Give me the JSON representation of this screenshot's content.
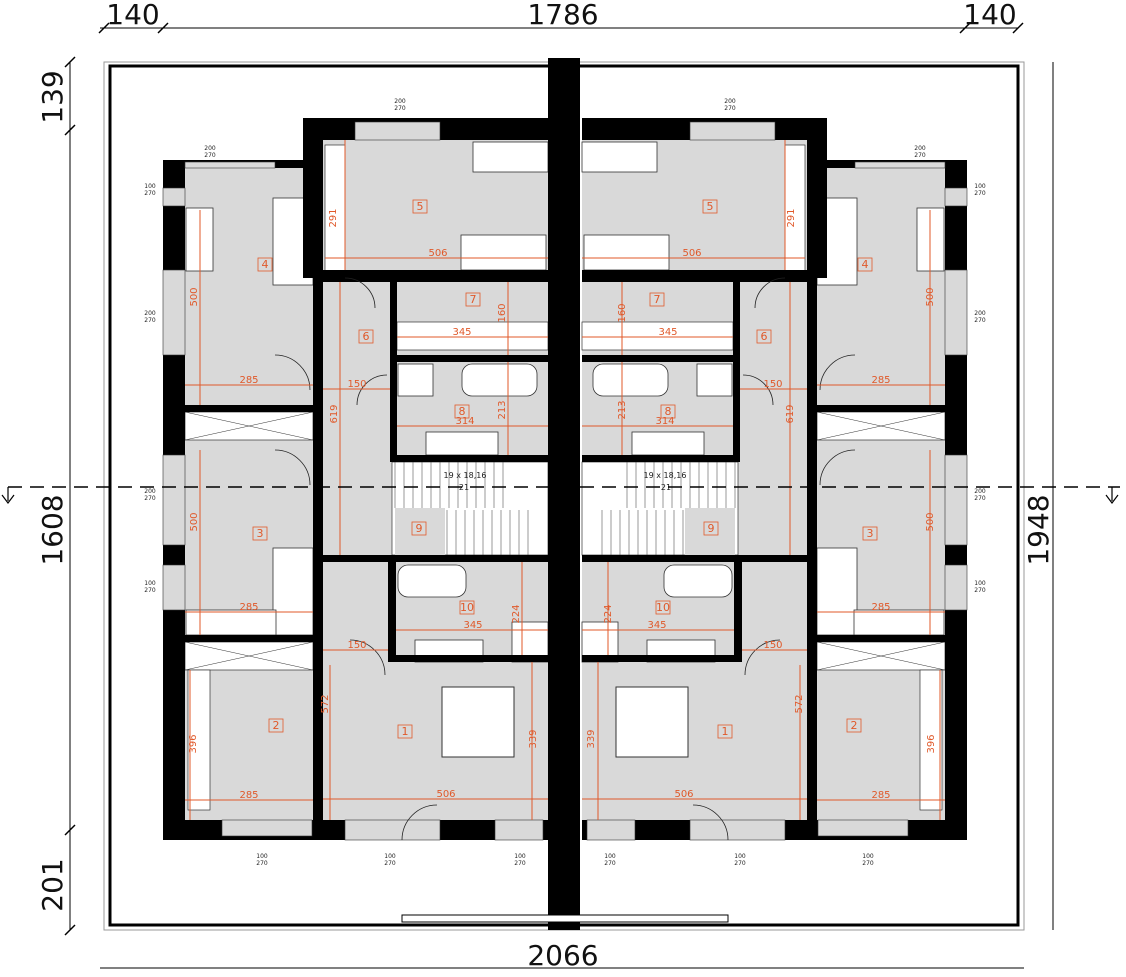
{
  "overall_dimensions": {
    "top": [
      "140",
      "1786",
      "140"
    ],
    "left": [
      "139",
      "1608",
      "201"
    ],
    "right": "1948",
    "bottom": "2066"
  },
  "unit": {
    "rooms": [
      "1",
      "2",
      "3",
      "4",
      "5",
      "6",
      "7",
      "8",
      "9",
      "10"
    ],
    "dimensions": {
      "room5_width": "506",
      "room5_wardrobe": "291",
      "room4_length": "500",
      "room4_width": "285",
      "room6_width": "150",
      "room6_length": "619",
      "room7_width": "345",
      "room7_length": "160",
      "room8_length": "213",
      "room8_width": "314",
      "room3_length": "500",
      "room3_width": "285",
      "room10_width": "345",
      "room10_length": "224",
      "corridor_width": "150",
      "room2_length": "396",
      "room2_width": "285",
      "room1_door_dim": "572",
      "room1_length": "339",
      "room1_width": "506"
    },
    "stairs": {
      "spec": "19 x 18,16",
      "count": "21"
    },
    "windows": {
      "w200": "200",
      "w100": "100",
      "h270": "270"
    }
  },
  "colors": {
    "wall": "#000000",
    "floor": "#d9d9d9",
    "dimension": "#e0592a"
  }
}
